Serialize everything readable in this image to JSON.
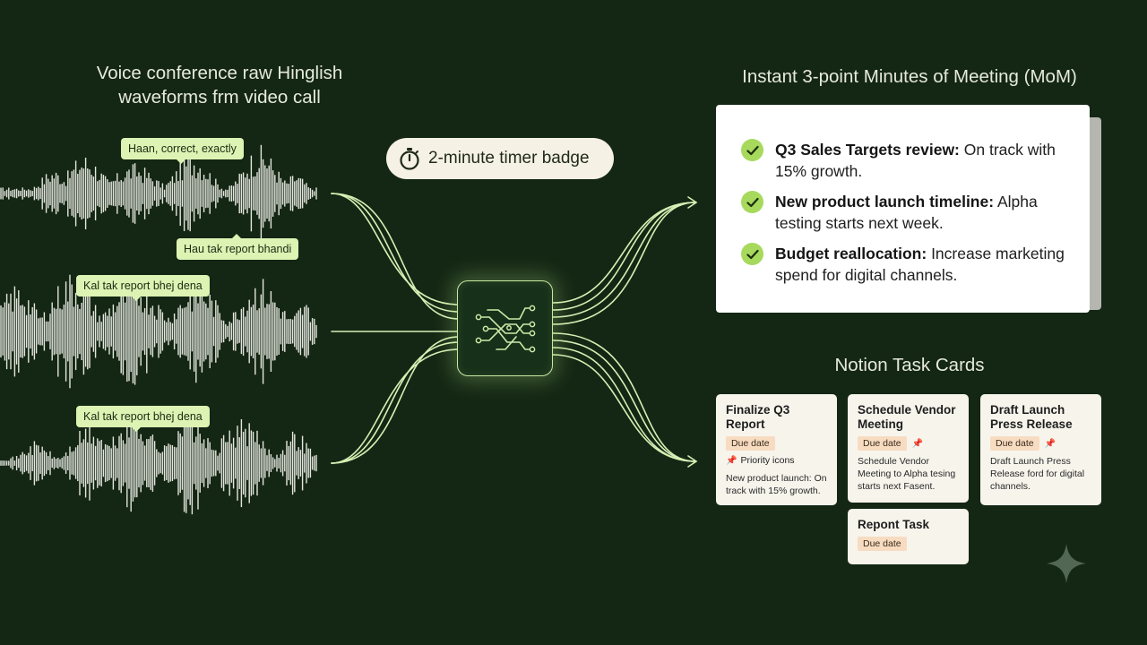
{
  "left": {
    "heading_line1": "Voice conference raw Hinglish",
    "heading_line2": "waveforms frm video call",
    "bubbles": [
      "Haan, correct, exactly",
      "Hau tak report bhandi",
      "Kal tak report bhej dena",
      "Kal tak report bhej dena"
    ]
  },
  "timer_badge": {
    "label": "2-minute timer badge",
    "icon": "stopwatch-icon"
  },
  "processor": {
    "icon": "circuit-crossover-icon"
  },
  "mom": {
    "heading": "Instant 3-point Minutes of Meeting (MoM)",
    "items": [
      {
        "title": "Q3 Sales Targets review:",
        "text": "On track with 15% growth."
      },
      {
        "title": "New product launch timeline:",
        "text": "Alpha testing starts next week."
      },
      {
        "title": "Budget reallocation:",
        "text": "Increase marketing spend for digital channels."
      }
    ]
  },
  "notion": {
    "heading": "Notion Task Cards",
    "due_label": "Due date",
    "priority_label": "Priority icons",
    "cards": [
      {
        "title": "Finalize Q3 Report",
        "desc": "New product launch: On track with 15% growth."
      },
      {
        "title": "Schedule Vendor Meeting",
        "desc": "Schedule Vendor Meeting to Alpha tesing starts next Fasent."
      },
      {
        "title": "Draft Launch Press Release",
        "desc": "Draft Launch Press Release ford for digital channels."
      },
      {
        "title": "Repont Task"
      }
    ]
  },
  "colors": {
    "background": "#142714",
    "accent": "#c7e8a0",
    "check": "#a6d95c",
    "bubble": "#dcf3b4",
    "due_badge": "#f7dcc2"
  }
}
